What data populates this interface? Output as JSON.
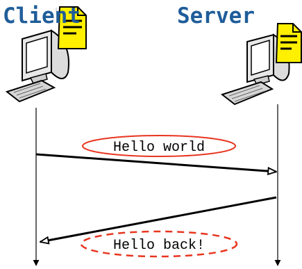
{
  "participants": [
    {
      "name": "Client"
    },
    {
      "name": "Server"
    }
  ],
  "messages": [
    {
      "text": "Hello world",
      "from": "Client",
      "to": "Server",
      "label_outline": "solid"
    },
    {
      "text": "Hello back!",
      "from": "Server",
      "to": "Client",
      "label_outline": "dashed"
    }
  ],
  "colors": {
    "title": "#1f5d9a",
    "label_outline": "#e8351f",
    "note": "#ffef00"
  },
  "icons": [
    "computer-icon",
    "document-icon"
  ]
}
